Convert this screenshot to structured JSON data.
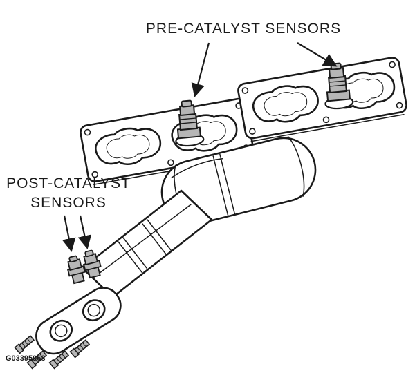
{
  "figure": {
    "labels": {
      "pre_catalyst": "PRE-CATALYST SENSORS",
      "post_catalyst_line1": "POST-CATALYST",
      "post_catalyst_line2": "SENSORS",
      "figure_code": "G03395968"
    }
  },
  "colors": {
    "line": "#1a1a1a",
    "sensor_gray": "#b6b6b6",
    "background": "#ffffff"
  }
}
